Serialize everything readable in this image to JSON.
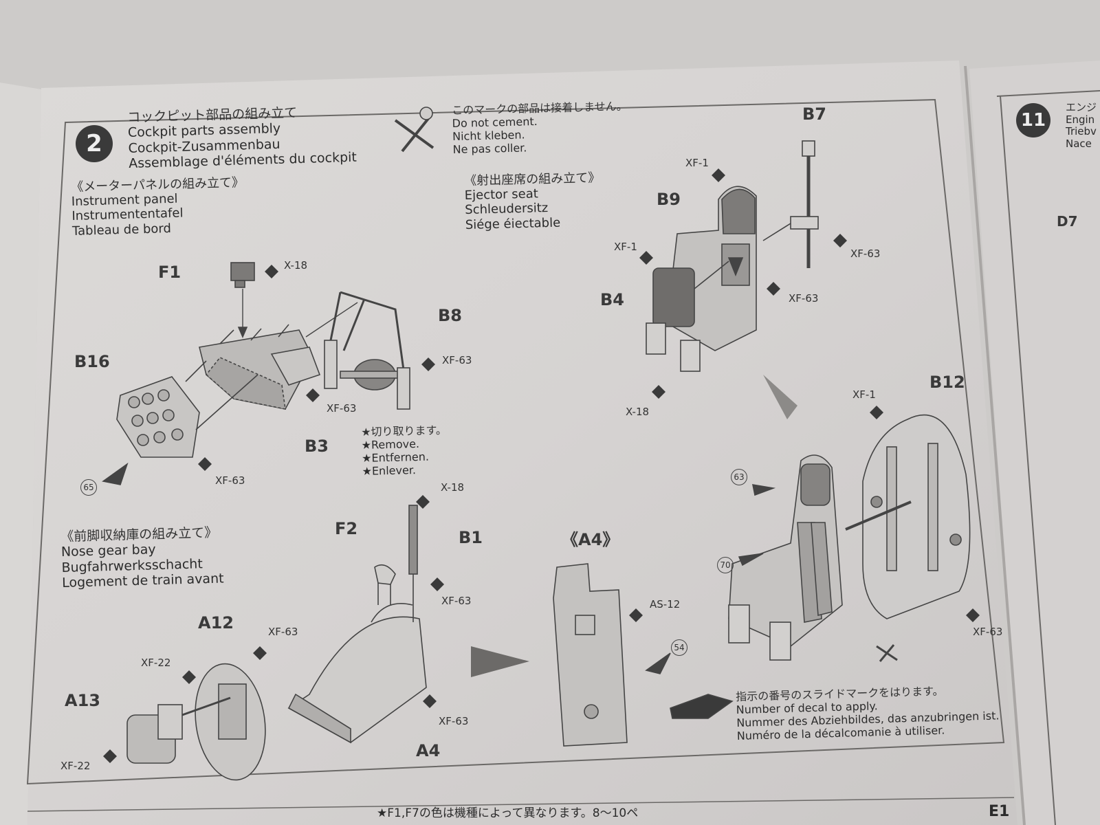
{
  "step2": {
    "number": "2",
    "title_jp": "コックピット部品の組み立て",
    "title_en": "Cockpit parts assembly",
    "title_de": "Cockpit-Zusammenbau",
    "title_fr": "Assemblage d'éléments du cockpit"
  },
  "no_cement": {
    "jp": "このマークの部品は接着しません。",
    "en": "Do not cement.",
    "de": "Nicht kleben.",
    "fr": "Ne pas coller."
  },
  "instrument_panel": {
    "jp": "《メーターパネルの組み立て》",
    "en": "Instrument panel",
    "de": "Instrumententafel",
    "fr": "Tableau de bord"
  },
  "ejector_seat": {
    "jp": "《射出座席の組み立て》",
    "en": "Ejector seat",
    "de": "Schleudersitz",
    "fr": "Siége éiectable"
  },
  "nose_gear": {
    "jp": "《前脚収納庫の組み立て》",
    "en": "Nose gear bay",
    "de": "Bugfahrwerksschacht",
    "fr": "Logement de train avant"
  },
  "remove_note": {
    "jp": "★切り取ります。",
    "en": "★Remove.",
    "de": "★Entfernen.",
    "fr": "★Enlever."
  },
  "decal_note": {
    "jp": "指示の番号のスライドマークをはります。",
    "en": "Number of decal to apply.",
    "de": "Nummer des Abziehbildes, das anzubringen ist.",
    "fr": "Numéro de la décalcomanie à utiliser."
  },
  "parts": {
    "f1": "F1",
    "b16": "B16",
    "b3": "B3",
    "b8": "B8",
    "b7": "B7",
    "b9": "B9",
    "b4": "B4",
    "b12": "B12",
    "b1": "B1",
    "f2": "F2",
    "a12": "A12",
    "a13": "A13",
    "a4": "A4",
    "a4_sub": "《A4》",
    "d7": "D7"
  },
  "paints": {
    "x18": "X-18",
    "xf63": "XF-63",
    "xf1": "XF-1",
    "xf22": "XF-22",
    "as12": "AS-12"
  },
  "decals": {
    "d65": "65",
    "d63": "63",
    "d70": "70",
    "d54": "54"
  },
  "step11": {
    "number": "11",
    "jp": "エンジ",
    "en": "Engin",
    "de": "Triebv",
    "fr": "Nace"
  },
  "footer": {
    "note": "★F1,F7の色は機種によって異なります。8〜10ペ",
    "page": "E1"
  }
}
